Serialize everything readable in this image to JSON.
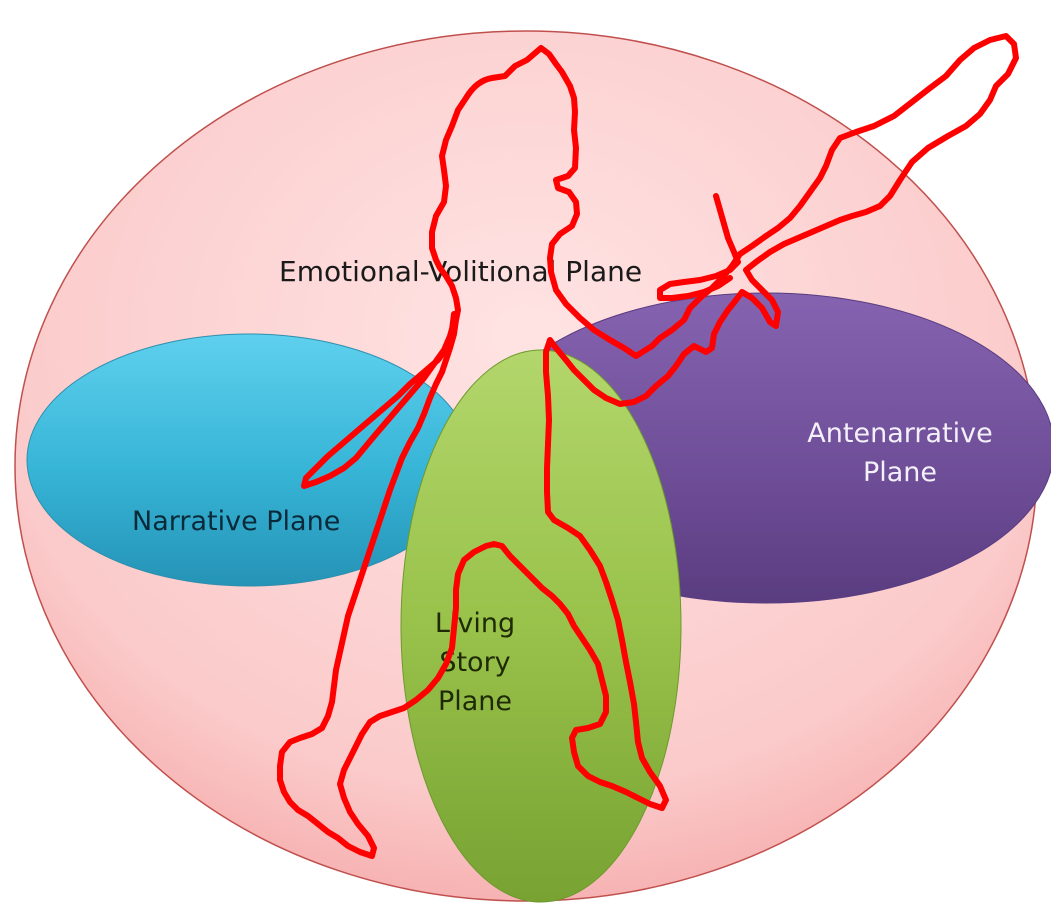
{
  "diagram": {
    "outer_label": "Emotional-Volitional Plane",
    "narrative_label": "Narrative Plane",
    "antenarrative_label_line1": "Antenarrative",
    "antenarrative_label_line2": "Plane",
    "living_story_line1": "Living",
    "living_story_line2": "Story",
    "living_story_line3": "Plane"
  },
  "colors": {
    "outer_fill": "#f9c9c9",
    "outer_stroke": "#c0504d",
    "narrative_fill": "#37b7d8",
    "antenarrative_fill": "#6e4d97",
    "living_story_fill": "#94be45",
    "figure_stroke": "#ff0000"
  }
}
